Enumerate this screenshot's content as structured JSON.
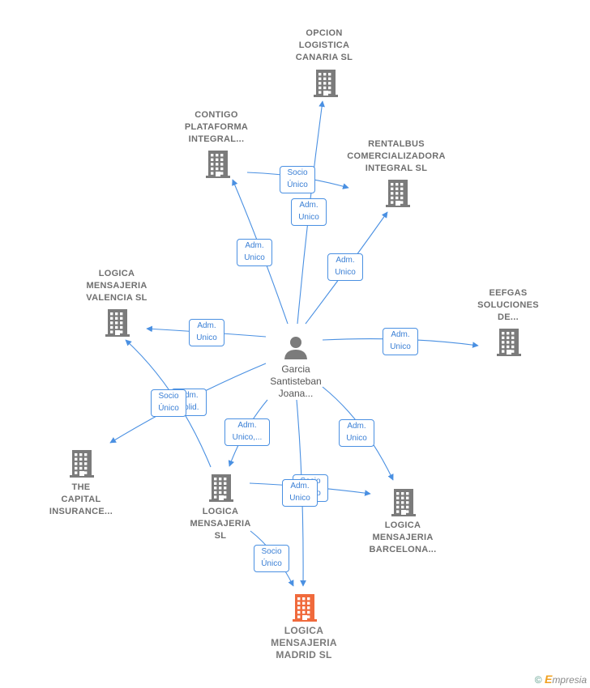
{
  "colors": {
    "edge": "#4a90e2",
    "building": "#7b7b7b",
    "building_main": "#f06a3c",
    "person": "#7b7b7b"
  },
  "person": {
    "name": "Garcia\nSantisteban\nJoana..."
  },
  "companies": {
    "opcion": {
      "name": "OPCION\nLOGISTICA\nCANARIA SL",
      "icon": "building-icon"
    },
    "contigo": {
      "name": "CONTIGO\nPLATAFORMA\nINTEGRAL...",
      "icon": "building-icon"
    },
    "rentalbus": {
      "name": "RENTALBUS\nCOMERCIALIZADORA\nINTEGRAL SL",
      "icon": "building-icon"
    },
    "valencia": {
      "name": "LOGICA\nMENSAJERIA\nVALENCIA SL",
      "icon": "building-icon"
    },
    "eefgas": {
      "name": "EEFGAS\nSOLUCIONES\nDE...",
      "icon": "building-icon"
    },
    "capital": {
      "name": "THE\nCAPITAL\nINSURANCE...",
      "icon": "building-icon"
    },
    "lmsl": {
      "name": "LOGICA\nMENSAJERIA\nSL",
      "icon": "building-icon"
    },
    "barcelona": {
      "name": "LOGICA\nMENSAJERIA\nBARCELONA...",
      "icon": "building-icon"
    },
    "madrid": {
      "name": "LOGICA\nMENSAJERIA\nMADRID SL",
      "icon": "building-icon"
    }
  },
  "edge_labels": {
    "socio_rentalbus": "Socio\nÚnico",
    "adm_opcion": "Adm.\nUnico",
    "adm_contigo": "Adm.\nUnico",
    "adm_rentalbus": "Adm.\nUnico",
    "adm_valencia": "Adm.\nUnico",
    "adm_eefgas": "Adm.\nUnico",
    "adm_solid_hidden": "Adm.\nSolid.",
    "socio_capital": "Socio\nÚnico",
    "adm_lmsl": "Adm.\nUnico,...",
    "adm_barcelona": "Adm.\nUnico",
    "socio_hidden": "Socio\nÚnico",
    "adm_madrid": "Adm.\nUnico",
    "socio_madrid": "Socio\nÚnico"
  },
  "brand": {
    "copyright": "©",
    "e": "E",
    "rest": "mpresia"
  }
}
